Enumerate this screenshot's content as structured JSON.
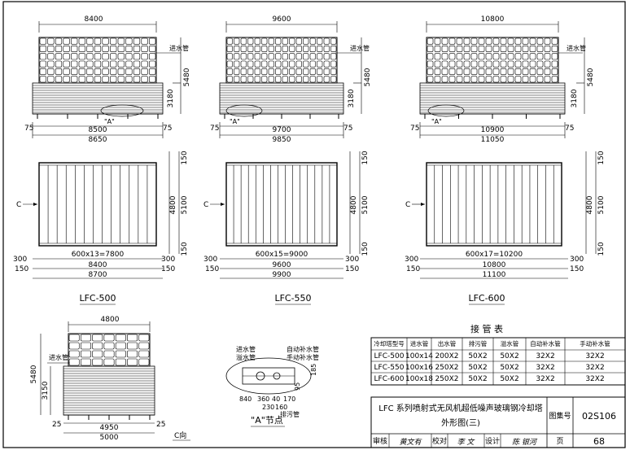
{
  "views": [
    {
      "model": "LFC-500",
      "elev_width": "8400",
      "elev_height": "5480",
      "elev_lower": "3180",
      "base_total": "8650",
      "base_inner": "8500",
      "edge": "75",
      "plan_span": "600x13=7800",
      "plan_w1": "8400",
      "plan_w2": "8700",
      "plan_margin": "300",
      "plan_edge": "150",
      "plan_h1": "4800",
      "plan_h2": "5100",
      "plan_top": "150",
      "plan_bottom": "150",
      "inlet": "进水管",
      "marker": "\"A\"",
      "arrow": "C"
    },
    {
      "model": "LFC-550",
      "elev_width": "9600",
      "elev_height": "5480",
      "elev_lower": "3180",
      "base_total": "9850",
      "base_inner": "9700",
      "edge": "75",
      "plan_span": "600x15=9000",
      "plan_w1": "9600",
      "plan_w2": "9900",
      "plan_margin": "300",
      "plan_edge": "150",
      "plan_h1": "4800",
      "plan_h2": "5100",
      "plan_top": "150",
      "plan_bottom": "150",
      "inlet": "进水管",
      "marker": "\"A\"",
      "arrow": "C"
    },
    {
      "model": "LFC-600",
      "elev_width": "10800",
      "elev_height": "5480",
      "elev_lower": "3180",
      "base_total": "11050",
      "base_inner": "10900",
      "edge": "75",
      "plan_span": "600x17=10200",
      "plan_w1": "10800",
      "plan_w2": "11100",
      "plan_margin": "300",
      "plan_edge": "150",
      "plan_h1": "4800",
      "plan_h2": "5100",
      "plan_top": "150",
      "plan_bottom": "150",
      "inlet": "进水管",
      "marker": "\"A\"",
      "arrow": "C"
    }
  ],
  "side_view": {
    "width": "4800",
    "height": "5480",
    "lower": "3150",
    "inner": "4950",
    "total": "5000",
    "edge_l": "25",
    "edge_r": "25",
    "inlet": "进水管",
    "label": "C向"
  },
  "detail": {
    "title": "\"A\"节点",
    "labels": [
      "进水管",
      "溢水管",
      "自动补水管",
      "手动补水管",
      "排污管"
    ],
    "dims": [
      "840",
      "360",
      "40",
      "170",
      "230",
      "160",
      "95",
      "185"
    ]
  },
  "pipe_table": {
    "title": "接 管 表",
    "headers": [
      "冷却塔型号",
      "进水管",
      "出水管",
      "排污管",
      "溢水管",
      "自动补水管",
      "手动补水管"
    ],
    "rows": [
      [
        "LFC-500",
        "100x14",
        "200X2",
        "50X2",
        "50X2",
        "32X2",
        "32X2"
      ],
      [
        "LFC-550",
        "100x16",
        "250X2",
        "50X2",
        "50X2",
        "32X2",
        "32X2"
      ],
      [
        "LFC-600",
        "100x18",
        "250X2",
        "50X2",
        "50X2",
        "32X2",
        "32X2"
      ]
    ]
  },
  "title_block": {
    "title_line1": "LFC 系列喷射式无风机超低噪声玻璃钢冷却塔",
    "title_line2": "外形图(三)",
    "atlas_label": "图集号",
    "atlas_no": "02S106",
    "review_label": "审核",
    "reviewer": "黄文有",
    "check_label": "校对",
    "checker": "李 文",
    "design_label": "设计",
    "designer": "陈 银河",
    "page_label": "页",
    "page_no": "68"
  }
}
